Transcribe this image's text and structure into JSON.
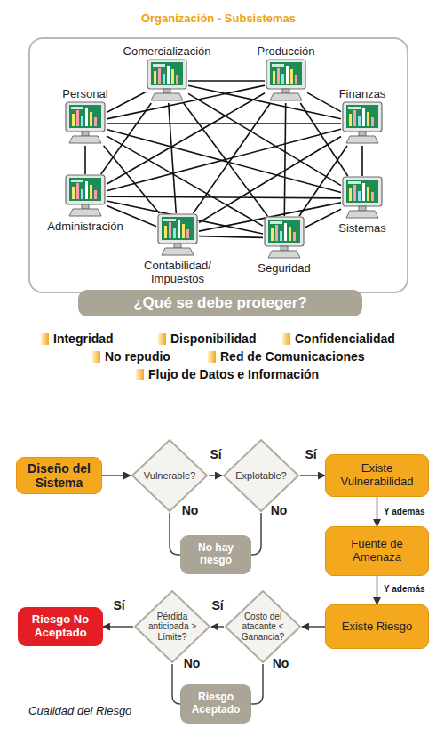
{
  "diagram": {
    "caption": "Cualidad del Riesgo",
    "nodes": [
      {
        "text": [
          "Organización - Subsistemas"
        ]
      },
      {
        "text": [
          "Comercialización"
        ],
        "in": 0
      },
      {
        "text": [
          "Producción"
        ],
        "in": 0
      },
      {
        "text": [
          "Personal"
        ],
        "in": 0
      },
      {
        "text": [
          "Finanzas"
        ],
        "in": 0
      },
      {
        "text": [
          "Administración"
        ],
        "in": 0
      },
      {
        "text": [
          "Sistemas"
        ],
        "in": 0
      },
      {
        "text": [
          "Contabilidad/ Impuestos"
        ],
        "in": 0
      },
      {
        "text": [
          "Seguridad"
        ],
        "in": 0
      },
      {
        "text": [
          "¿Qué se debe proteger?"
        ]
      },
      {
        "text": [
          "Diseño del Sistema"
        ]
      },
      {
        "text": [
          "Vulnerable?"
        ]
      },
      {
        "text": [
          "Explotable?"
        ]
      },
      {
        "text": [
          "Existe Vulnerabilidad"
        ]
      },
      {
        "text": [
          "No hay riesgo"
        ]
      },
      {
        "text": [
          "Fuente de Amenaza"
        ]
      },
      {
        "text": [
          "Riesgo No Aceptado"
        ]
      },
      {
        "text": [
          "Pérdida anticipada > Límite?"
        ]
      },
      {
        "text": [
          "Costo del atacante < Ganancia?"
        ]
      },
      {
        "text": [
          "Existe Riesgo"
        ]
      },
      {
        "text": [
          "Riesgo Aceptado"
        ]
      }
    ],
    "edges": [
      {
        "from": 1,
        "to": 2,
        "arrow": "none"
      },
      {
        "from": 1,
        "to": 3,
        "arrow": "none"
      },
      {
        "from": 1,
        "to": 4,
        "arrow": "none"
      },
      {
        "from": 1,
        "to": 5,
        "arrow": "none"
      },
      {
        "from": 1,
        "to": 6,
        "arrow": "none"
      },
      {
        "from": 1,
        "to": 7,
        "arrow": "none"
      },
      {
        "from": 1,
        "to": 8,
        "arrow": "none"
      },
      {
        "from": 2,
        "to": 3,
        "arrow": "none"
      },
      {
        "from": 2,
        "to": 4,
        "arrow": "none"
      },
      {
        "from": 2,
        "to": 5,
        "arrow": "none"
      },
      {
        "from": 2,
        "to": 6,
        "arrow": "none"
      },
      {
        "from": 2,
        "to": 7,
        "arrow": "none"
      },
      {
        "from": 2,
        "to": 8,
        "arrow": "none"
      },
      {
        "from": 3,
        "to": 4,
        "arrow": "none"
      },
      {
        "from": 3,
        "to": 5,
        "arrow": "none"
      },
      {
        "from": 3,
        "to": 6,
        "arrow": "none"
      },
      {
        "from": 3,
        "to": 7,
        "arrow": "none"
      },
      {
        "from": 3,
        "to": 8,
        "arrow": "none"
      },
      {
        "from": 4,
        "to": 5,
        "arrow": "none"
      },
      {
        "from": 4,
        "to": 6,
        "arrow": "none"
      },
      {
        "from": 4,
        "to": 7,
        "arrow": "none"
      },
      {
        "from": 4,
        "to": 8,
        "arrow": "none"
      },
      {
        "from": 5,
        "to": 6,
        "arrow": "none"
      },
      {
        "from": 5,
        "to": 7,
        "arrow": "none"
      },
      {
        "from": 5,
        "to": 8,
        "arrow": "none"
      },
      {
        "from": 6,
        "to": 7,
        "arrow": "none"
      },
      {
        "from": 6,
        "to": 8,
        "arrow": "none"
      },
      {
        "from": 7,
        "to": 8,
        "arrow": "none"
      },
      {
        "from": 10,
        "to": 11,
        "arrow": "to"
      },
      {
        "from": 11,
        "to": 12,
        "label": "Sí",
        "arrow": "to"
      },
      {
        "from": 12,
        "to": 13,
        "label": "Sí",
        "arrow": "to"
      },
      {
        "from": 11,
        "to": 14,
        "label": "No",
        "arrow": "none"
      },
      {
        "from": 12,
        "to": 14,
        "label": "No",
        "arrow": "none"
      },
      {
        "from": 13,
        "to": 15,
        "label": "Y además",
        "arrow": "to"
      },
      {
        "from": 15,
        "to": 19,
        "label": "Y además",
        "arrow": "to"
      },
      {
        "from": 19,
        "to": 18,
        "arrow": "to"
      },
      {
        "from": 18,
        "to": 17,
        "label": "Sí",
        "arrow": "to"
      },
      {
        "from": 17,
        "to": 16,
        "label": "Sí",
        "arrow": "to"
      },
      {
        "from": 17,
        "to": 20,
        "label": "No",
        "arrow": "none"
      },
      {
        "from": 18,
        "to": 20,
        "label": "No",
        "arrow": "none"
      }
    ],
    "labels": [
      "Integridad",
      "Disponibilidad",
      "Confidencialidad",
      "No repudio",
      "Red de Comunicaciones",
      "Flujo de Datos e Información"
    ]
  }
}
